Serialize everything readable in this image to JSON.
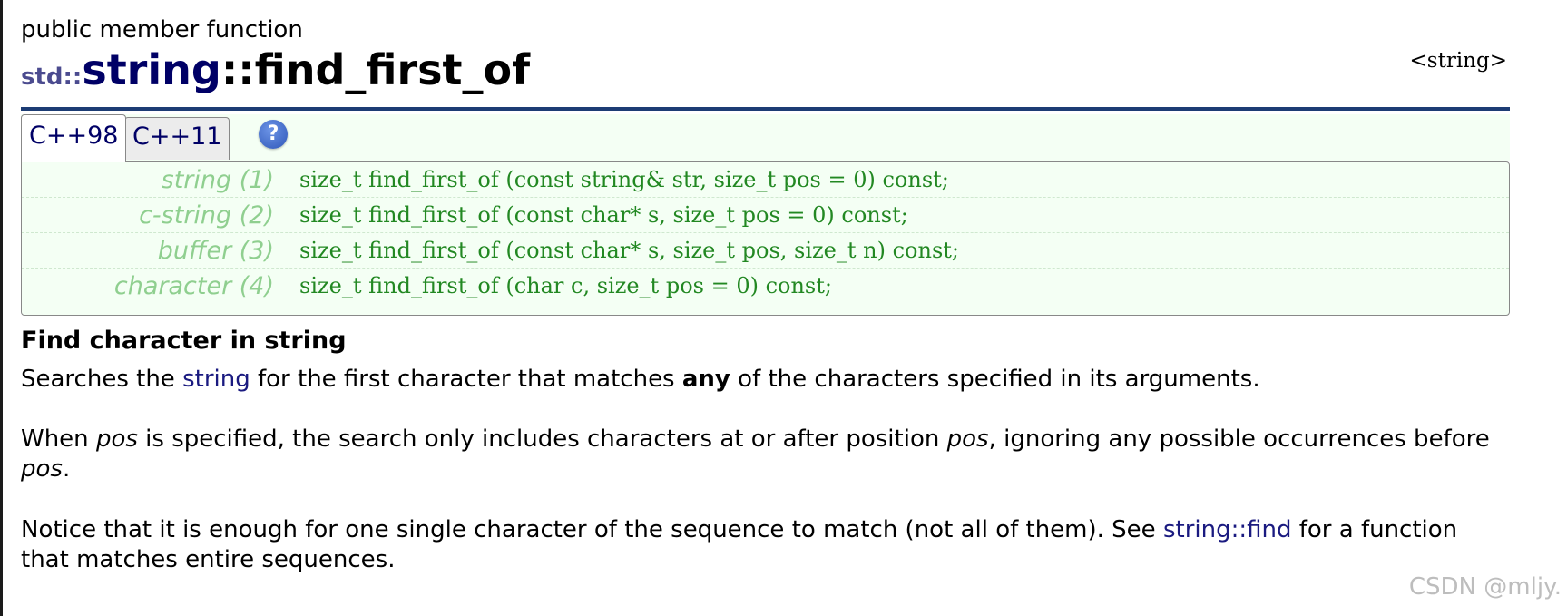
{
  "header": {
    "category": "public member function",
    "namespace": "std::",
    "class_name": "string",
    "separator": "::",
    "function_name": "find_first_of",
    "header_tag": "<string>"
  },
  "tabs": [
    {
      "label": "C++98",
      "active": true
    },
    {
      "label": "C++11",
      "active": false
    }
  ],
  "help_icon": "?",
  "prototypes": [
    {
      "label": "string (1)",
      "code": "size_t find_first_of (const string& str, size_t pos = 0) const;"
    },
    {
      "label": "c-string (2)",
      "code": "size_t find_first_of (const char* s, size_t pos = 0) const;"
    },
    {
      "label": "buffer (3)",
      "code": "size_t find_first_of (const char* s, size_t pos, size_t n) const;"
    },
    {
      "label": "character (4)",
      "code": "size_t find_first_of (char c, size_t pos = 0) const;"
    }
  ],
  "description": {
    "title": "Find character in string",
    "p1": {
      "t1": "Searches the ",
      "link": "string",
      "t2": " for the first character that matches ",
      "bold": "any",
      "t3": " of the characters specified in its arguments."
    },
    "p2": {
      "t1": "When ",
      "i1": "pos",
      "t2": " is specified, the search only includes characters at or after position ",
      "i2": "pos",
      "t3": ", ignoring any possible occurrences before ",
      "i3": "pos",
      "t4": "."
    },
    "p3": {
      "t1": "Notice that it is enough for one single character of the sequence to match (not all of them). See ",
      "link": "string::find",
      "t2": " for a function that matches entire sequences."
    }
  },
  "watermark": "CSDN @mljy."
}
